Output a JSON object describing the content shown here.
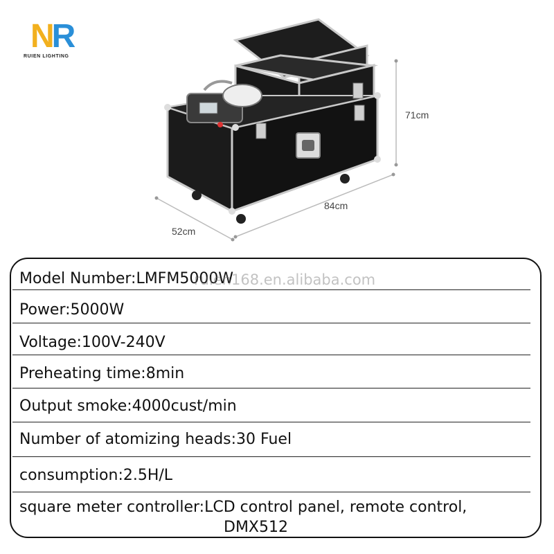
{
  "logo": {
    "n": "N",
    "r": "R",
    "tagline": "RUIEN LIGHTING"
  },
  "dimensions": {
    "height": "71cm",
    "width": "84cm",
    "depth": "52cm"
  },
  "watermark": "ruien168.en.alibaba.com",
  "specs": [
    "Model Number:LMFM5000W",
    "Power:5000W",
    "Voltage:100V-240V",
    "Preheating time:8min",
    "Output smoke:4000cust/min",
    "Number of atomizing heads:30 Fuel",
    "consumption:2.5H/L",
    "square meter controller:LCD control panel, remote control,"
  ],
  "spec_last_line_2": "DMX512",
  "colors": {
    "logo_n": "#f2b01e",
    "logo_r": "#2a8fd8",
    "case": "#1a1a1a",
    "trim": "#c9c9c9"
  }
}
